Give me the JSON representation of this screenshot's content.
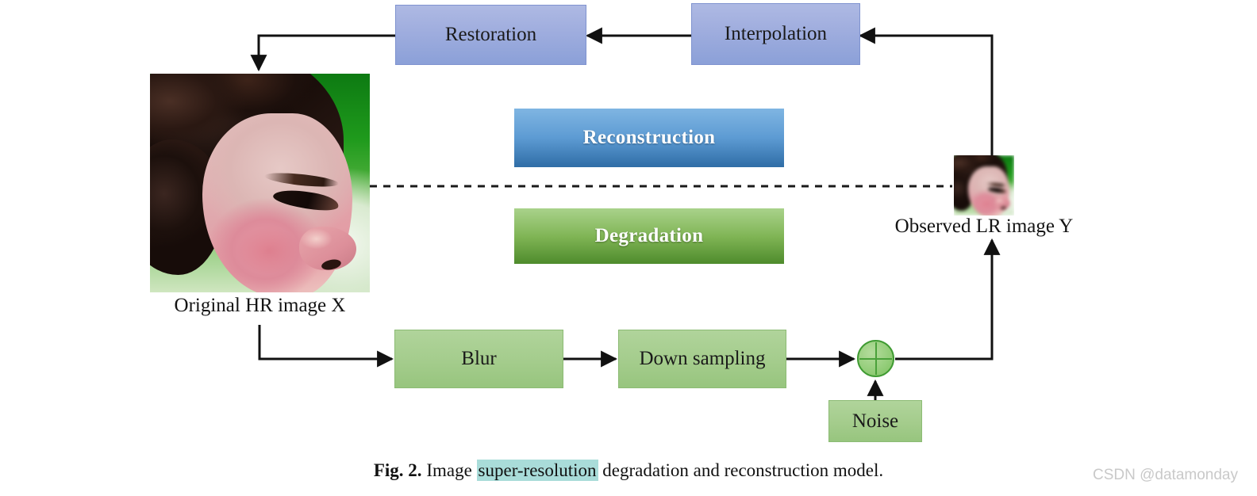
{
  "figure": {
    "caption_prefix": "Fig. 2.",
    "caption_part1": "Image",
    "caption_highlight": "super-resolution",
    "caption_part2": "degradation and reconstruction model.",
    "watermark": "CSDN @datamonday"
  },
  "nodes": {
    "restoration": "Restoration",
    "interpolation": "Interpolation",
    "reconstruction": "Reconstruction",
    "degradation": "Degradation",
    "blur": "Blur",
    "down_sampling": "Down sampling",
    "noise": "Noise",
    "sum": "+"
  },
  "images": {
    "hr_label": "Original HR image X",
    "lr_label": "Observed LR image Y",
    "hr_alt": "child face profile high resolution",
    "lr_alt": "child face profile low resolution"
  },
  "colors": {
    "box_blue_top": "#aeb9e3",
    "box_blue_bottom": "#8ba0d8",
    "box_green_top": "#b0d49b",
    "box_green_bottom": "#97c57e",
    "band_recon_top": "#7fb5e2",
    "band_recon_bottom": "#2f6da6",
    "band_degrad_top": "#a9d28b",
    "band_degrad_bottom": "#4e8b2c",
    "highlight": "#a9dcd9",
    "wire": "#111111",
    "sum_fill": "#93cd79",
    "sum_stroke": "#3f9b32",
    "watermark": "#c9c9c9"
  }
}
